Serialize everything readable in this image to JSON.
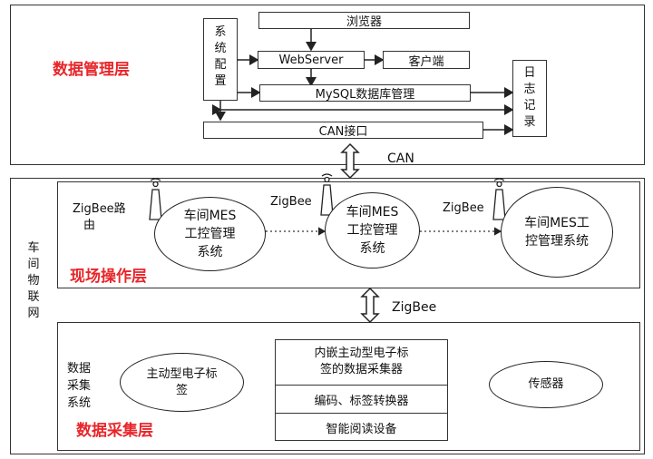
{
  "top": {
    "layer_label": "数据管理层",
    "browser": "浏览器",
    "sys_config": [
      "系",
      "统",
      "配",
      "置"
    ],
    "webserver": "WebServer",
    "client": "客户端",
    "mysql": "MySQL数据库管理",
    "log": [
      "日",
      "志",
      "记",
      "录"
    ],
    "can_if": "CAN接口"
  },
  "can_link": "CAN",
  "iot_label": [
    "车",
    "间",
    "物",
    "联",
    "网"
  ],
  "middle": {
    "layer_label": "现场操作层",
    "zigbee_router": [
      "ZigBee路",
      "由"
    ],
    "zigbee_a": "ZigBee",
    "zigbee_b": "ZigBee",
    "mes1": [
      "车间MES",
      "工控管理",
      "系统"
    ],
    "mes2": [
      "车间MES",
      "工控管理",
      "系统"
    ],
    "mes3": [
      "车间MES工",
      "控管理系统"
    ]
  },
  "zigbee_link": "ZigBee",
  "bottom": {
    "layer_label": "数据采集层",
    "acq_system": [
      "数据",
      "采集",
      "系统"
    ],
    "active_tag": [
      "主动型电子标",
      "签"
    ],
    "embedded": [
      "内嵌主动型电子标",
      "签的数据采集器"
    ],
    "encoder": "编码、标签转换器",
    "reader": "智能阅读设备",
    "sensor": "传感器"
  }
}
